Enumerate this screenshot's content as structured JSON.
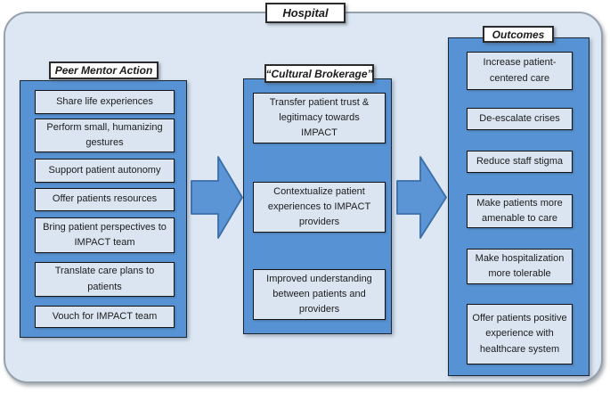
{
  "hospital_label": "Hospital",
  "columns": [
    {
      "header": "Peer Mentor Action",
      "items": [
        "Share life experiences",
        "Perform small, humanizing gestures",
        "Support patient autonomy",
        "Offer patients resources",
        "Bring patient perspectives to IMPACT team",
        "Translate care plans to patients",
        "Vouch for IMPACT team"
      ]
    },
    {
      "header": "“Cultural Brokerage”",
      "items": [
        "Transfer patient trust & legitimacy towards IMPACT",
        "Contextualize patient experiences to IMPACT providers",
        "Improved understanding between patients and providers"
      ]
    },
    {
      "header": "Outcomes",
      "items": [
        "Increase patient-centered care",
        "De-escalate crises",
        "Reduce staff stigma",
        "Make patients more amenable to care",
        "Make hospitalization more tolerable",
        "Offer patients positive experience with healthcare system"
      ]
    }
  ],
  "icons": {
    "arrow_1": "right-block-arrow",
    "arrow_2": "right-block-arrow"
  },
  "colors": {
    "canvas_fill": "#dce7f3",
    "canvas_border": "#97a1ac",
    "container_fill": "#5793d4",
    "container_border": "#1a2733",
    "box_fill": "#dbe5f1",
    "box_border": "#141414",
    "arrow_fill": "#5b95d5",
    "arrow_stroke": "#3a6ea8",
    "label_fill": "#ffffff",
    "label_border": "#2b2b2b"
  }
}
